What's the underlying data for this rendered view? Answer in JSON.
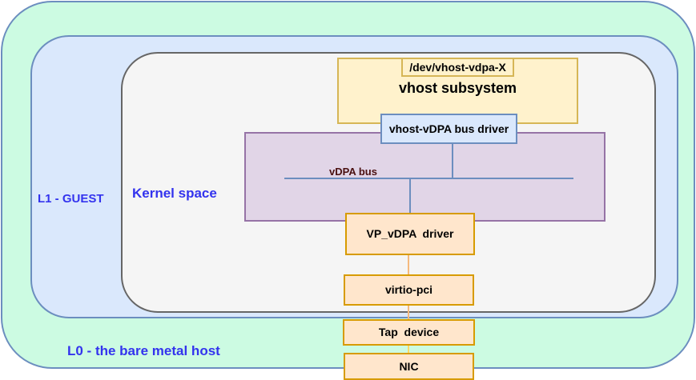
{
  "layers": {
    "l0": "L0 - the bare metal host",
    "l1": "L1 - GUEST",
    "kernel": "Kernel space"
  },
  "components": {
    "dev_node": "/dev/vhost-vdpa-X",
    "vhost_subsystem": "vhost subsystem",
    "vhost_vdpa_bus_driver": "vhost-vDPA bus driver",
    "vdpa_bus": "vDPA bus",
    "vp_vdpa_driver": "VP_vDPA  driver",
    "virtio_pci": "virtio-pci",
    "tap_device": "Tap  device",
    "nic": "NIC"
  },
  "colors": {
    "l0_fill": "#ccfbe2",
    "l1_fill": "#dae8fc",
    "kernel_fill": "#f5f5f5",
    "vhost_fill": "#fff2cc",
    "bus_fill": "#e1d5e7",
    "driver_fill": "#ffe6cc",
    "label_blue": "#3333ee"
  }
}
